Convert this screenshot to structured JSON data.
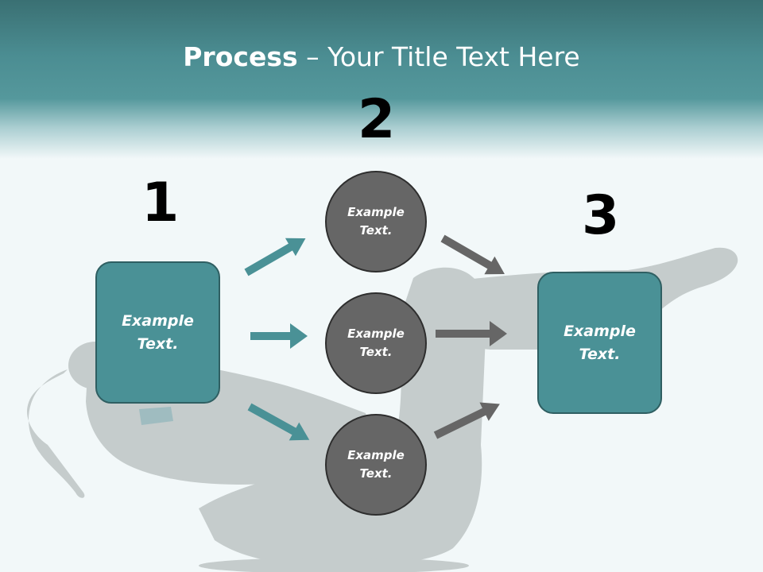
{
  "title": {
    "bold": "Process",
    "rest": " – Your Title Text Here"
  },
  "steps": {
    "one": "1",
    "two": "2",
    "three": "3"
  },
  "nodes": {
    "left_box": "Example\nText.",
    "circle_top": "Example\nText.",
    "circle_middle": "Example\nText.",
    "circle_bottom": "Example\nText.",
    "right_box": "Example\nText."
  },
  "colors": {
    "header": "#4b8d92",
    "teal_box": "#4a9196",
    "circle": "#666666",
    "teal_arrow": "#4a9196",
    "gray_arrow": "#666666"
  }
}
